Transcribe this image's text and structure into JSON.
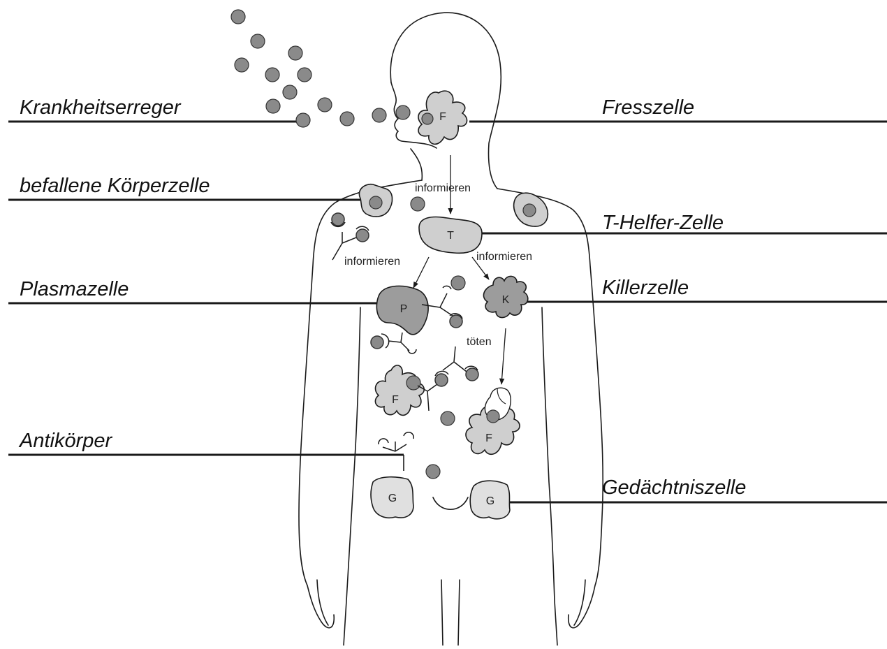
{
  "labels": {
    "krankheitserreger": "Krankheitserreger",
    "befallene_koerperzelle": "befallene Körperzelle",
    "plasmazelle": "Plasmazelle",
    "antikoerper": "Antikörper",
    "fresszelle": "Fresszelle",
    "t_helfer_zelle": "T-Helfer-Zelle",
    "killerzelle": "Killerzelle",
    "gedaechtniszelle": "Gedächtniszelle"
  },
  "arrow_labels": {
    "informieren_top": "informieren",
    "informieren_left": "informieren",
    "informieren_right": "informieren",
    "toeten": "töten"
  },
  "cell_letters": {
    "fresszelle": "F",
    "t_helfer": "T",
    "plasma": "P",
    "killer": "K",
    "fresszelle_2": "F",
    "fresszelle_3": "F",
    "gedaechtnis_1": "G",
    "gedaechtnis_2": "G"
  },
  "colors": {
    "pathogen": "#8a8a8a",
    "cell_fill": "#cfcfcf",
    "killer_fill": "#9c9c9c",
    "outline": "#1a1a1a"
  }
}
